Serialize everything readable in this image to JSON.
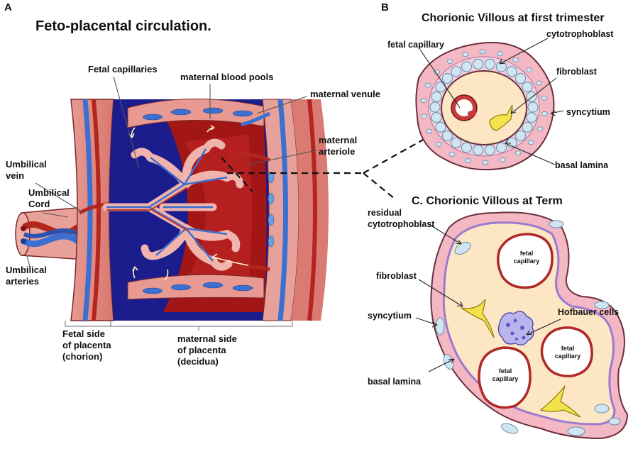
{
  "panel_a": {
    "letter": "A",
    "title": "Feto-placental circulation.",
    "labels": {
      "fetal_capillaries": "Fetal capillaries",
      "maternal_blood_pools": "maternal blood pools",
      "maternal_venule": "maternal venule",
      "maternal_arteriole_1": "maternal",
      "maternal_arteriole_2": "arteriole",
      "umbilical_vein_1": "Umbilical",
      "umbilical_vein_2": "vein",
      "umbilical_cord_1": "Umbilical",
      "umbilical_cord_2": "Cord",
      "umbilical_arteries_1": "Umbilical",
      "umbilical_arteries_2": "arteries",
      "fetal_side_1": "Fetal side",
      "fetal_side_2": "of placenta",
      "fetal_side_3": "(chorion)",
      "maternal_side_1": "maternal side",
      "maternal_side_2": "of placenta",
      "maternal_side_3": "(decidua)"
    }
  },
  "panel_b": {
    "letter": "B",
    "title": "Chorionic Villous at first trimester",
    "labels": {
      "fetal_capillary": "fetal capillary",
      "cytotrophoblast": "cytotrophoblast",
      "fibroblast": "fibroblast",
      "syncytium": "syncytium",
      "basal_lamina": "basal lamina"
    }
  },
  "panel_c": {
    "title": "C. Chorionic Villous at Term",
    "labels": {
      "residual_cyto_1": "residual",
      "residual_cyto_2": "cytotrophoblast",
      "fibroblast": "fibroblast",
      "hofbauer": "Hofbauer cells",
      "syncytium": "syncytium",
      "basal_lamina": "basal lamina",
      "cap1_1": "fetal",
      "cap1_2": "capillary",
      "cap2_1": "fetal",
      "cap2_2": "capillary",
      "cap3_1": "fetal",
      "cap3_2": "capillary"
    }
  },
  "colors": {
    "tissue_pink": "#e8a0a0",
    "maternal_red": "#a31616",
    "maternal_blue": "#1c1d8c",
    "vein_blue": "#3b6fd0",
    "artery_red": "#c0392b",
    "villus_fill": "#fde6c4",
    "syncytium_pink": "#f3b8c4",
    "cell_blue": "#cfe6f2",
    "fibroblast_yellow": "#f2e34a"
  }
}
